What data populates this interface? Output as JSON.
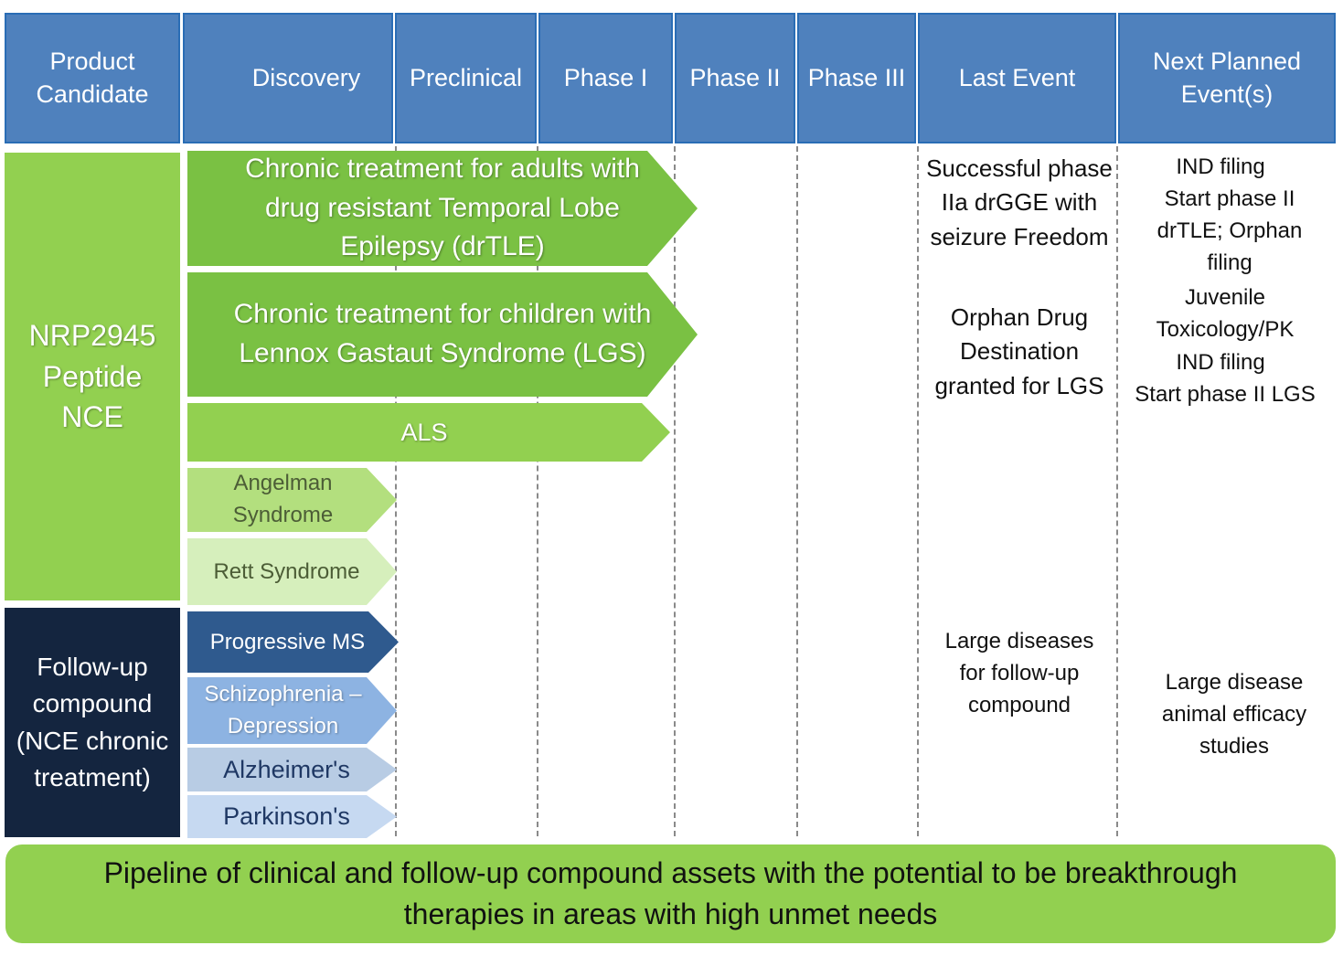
{
  "headers": {
    "product_candidate": "Product Candidate",
    "discovery": "Discovery",
    "preclinical": "Preclinical",
    "phase1": "Phase I",
    "phase2": "Phase II",
    "phase3": "Phase III",
    "last_event": "Last Event",
    "next_planned": "Next Planned Event(s)"
  },
  "candidates": {
    "nrp": "NRP2945 Peptide NCE",
    "followup": "Follow-up compound (NCE chronic treatment)"
  },
  "programs": {
    "drtle": "Chronic treatment for adults with drug resistant Temporal Lobe Epilepsy (drTLE)",
    "lgs": "Chronic treatment for children with Lennox Gastaut Syndrome (LGS)",
    "als": "ALS",
    "angelman": "Angelman Syndrome",
    "rett": "Rett Syndrome",
    "pms": "Progressive MS",
    "schizo": "Schizophrenia –Depression",
    "alz": "Alzheimer's",
    "park": "Parkinson's"
  },
  "last_events": {
    "e1": "Successful phase IIa drGGE with seizure Freedom",
    "e2": "Orphan Drug Destination granted for LGS",
    "e3": "Large diseases for follow-up compound"
  },
  "next_events": {
    "n1": "IND filing",
    "n2": "Start phase II drTLE; Orphan filing",
    "n3": "Juvenile Toxicology/PK",
    "n4": "IND filing",
    "n5": "Start phase II LGS",
    "n6": "Large disease animal efficacy studies"
  },
  "footer": "Pipeline of clinical and follow-up compound assets with the potential to be breakthrough therapies in areas with high unmet needs",
  "colors": {
    "header_blue": "#4f81bd",
    "green_dark": "#7ac143",
    "green_mid": "#92d050",
    "green_light": "#b3df7e",
    "green_pale": "#d6efbc",
    "navy": "#14253f",
    "blue_dark": "#2f5a8e",
    "blue_mid": "#8db3e2",
    "blue_light": "#b8cce4",
    "blue_pale": "#c6d9f1"
  }
}
